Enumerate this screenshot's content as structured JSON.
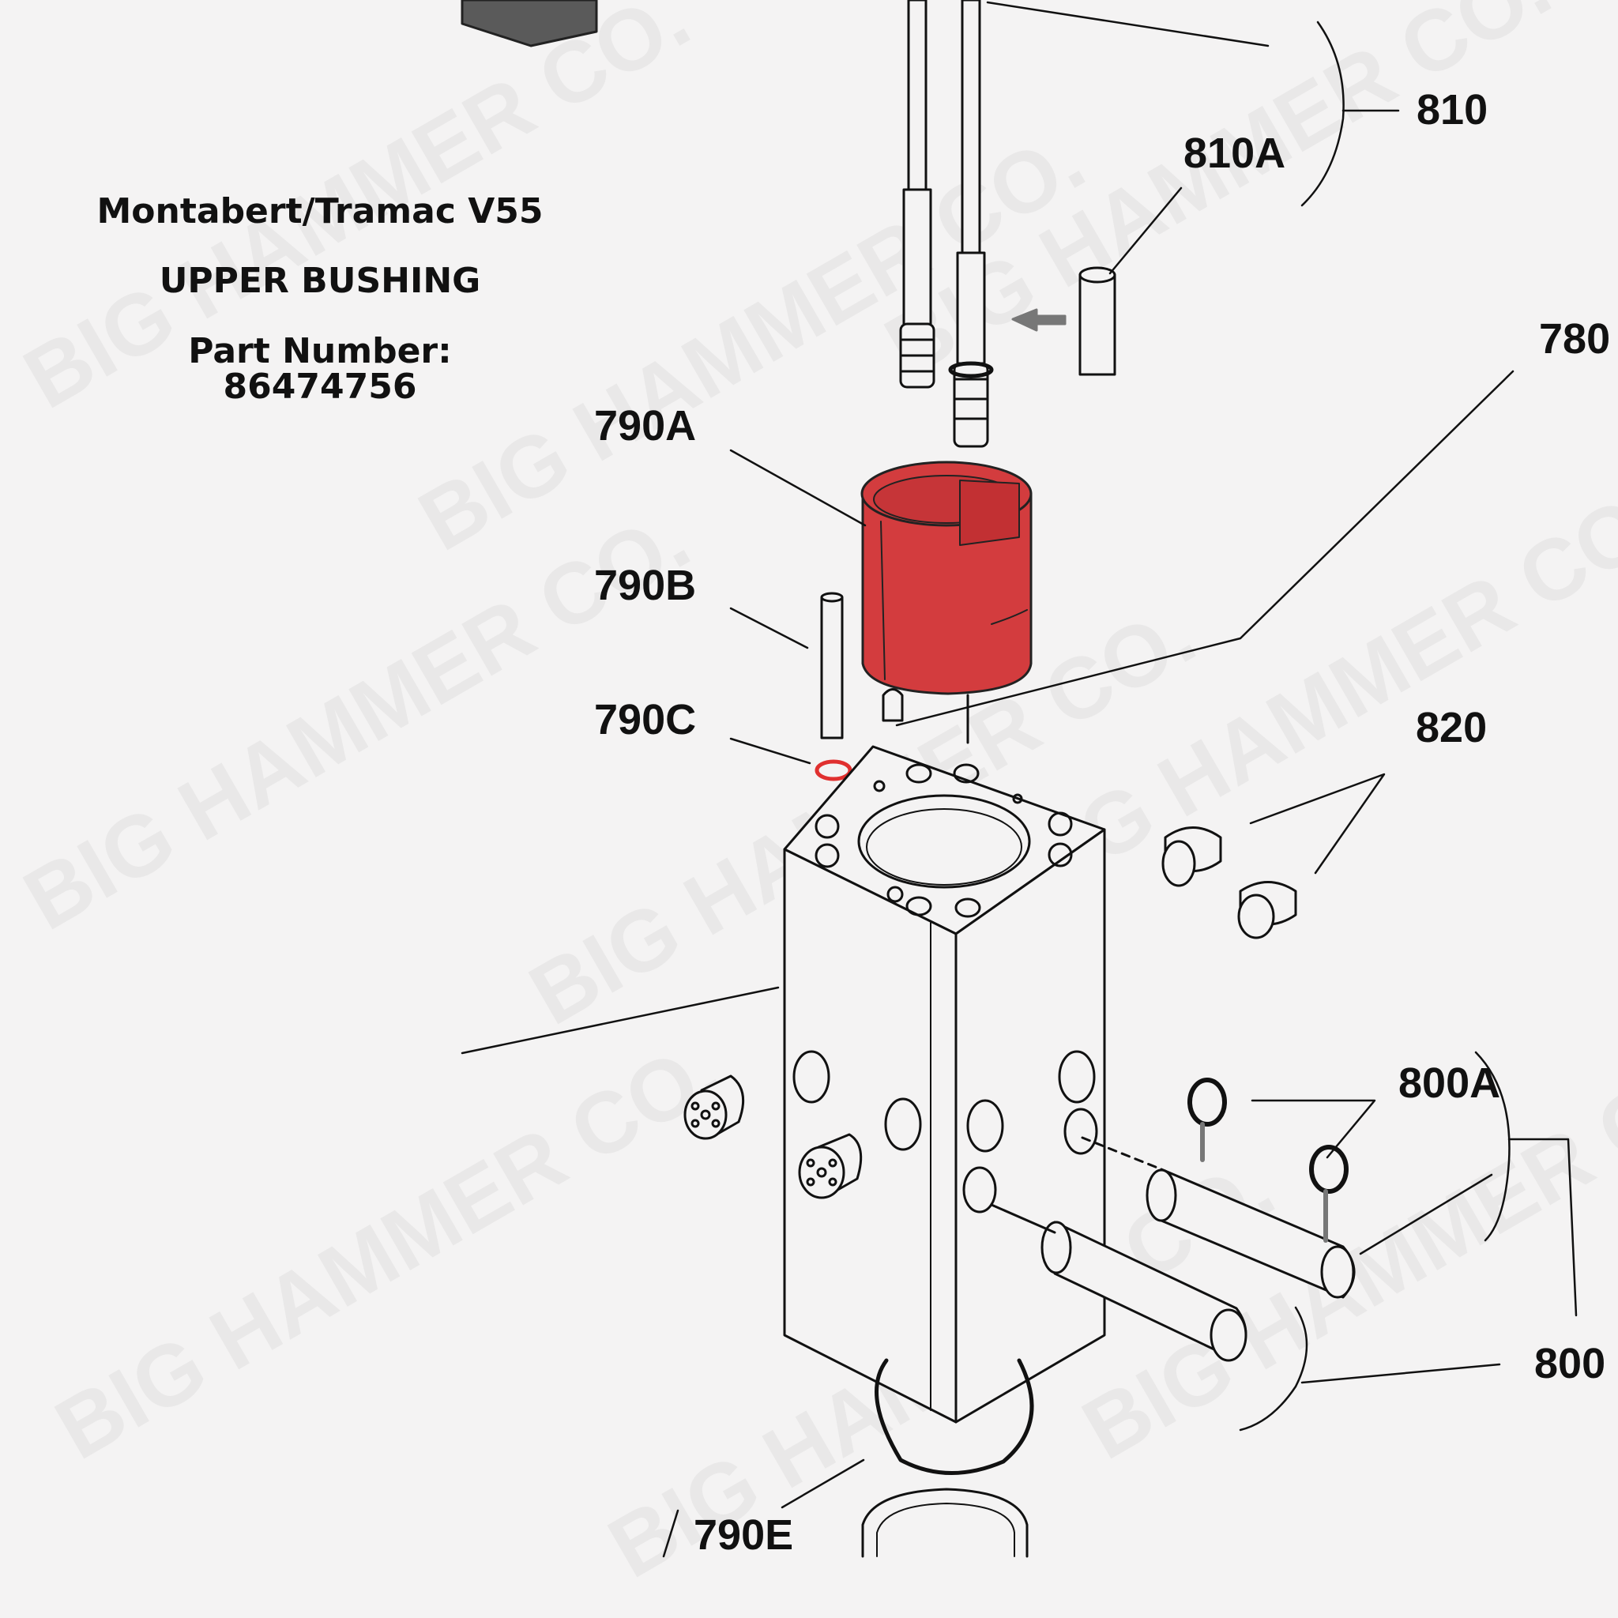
{
  "info": {
    "title": "Montabert/Tramac V55",
    "part_name": "UPPER BUSHING",
    "part_number_label": "Part Number:",
    "part_number": "86474756"
  },
  "callouts": {
    "c810": "810",
    "c810A": "810A",
    "c780": "780",
    "c790A": "790A",
    "c790B": "790B",
    "c790C": "790C",
    "c820": "820",
    "c800A": "800A",
    "c800": "800",
    "c790E": "790E"
  },
  "watermark": "BIG HAMMER CO.",
  "colors": {
    "highlight": "#d33c3e",
    "line": "#111111",
    "background": "#f4f3f3"
  }
}
